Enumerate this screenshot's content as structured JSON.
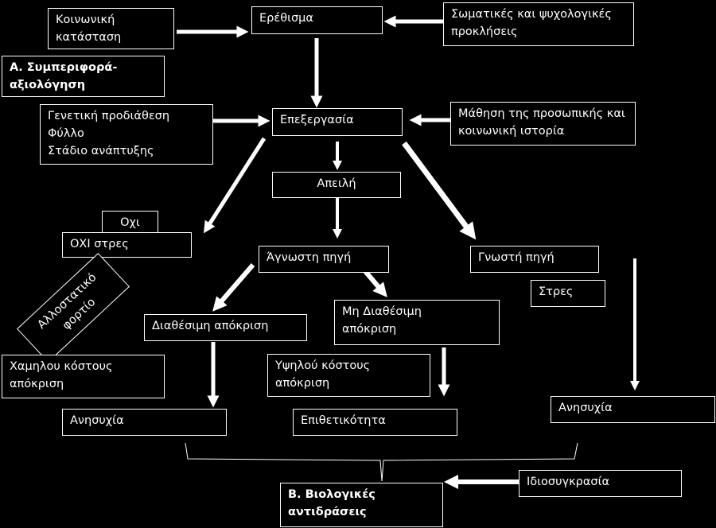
{
  "boxes": {
    "social_status": "Κοινωνική\nκατάσταση",
    "stimulus": "Ερέθισμα",
    "physical_challenges": "Σωματικές και ψυχολογικές\nπροκλήσεις",
    "behavior_assessment": "Α. Συμπεριφορά-\nαξιολόγηση",
    "genetic": "Γενετική προδιάθεση\nΦύλλο\nΣτάδιο ανάπτυξης",
    "processing": "Επεξεργασία",
    "learning": "Μάθηση της προσωπικής και\nκοινωνική ιστορία",
    "threat": "Απειλή",
    "no": "Οχι",
    "no_stress": "ΟΧΙ στρες",
    "unknown_source": "Άγνωστη πηγή",
    "known_source": "Γνωστή πηγή",
    "allostatic_load": "Αλλοστατικό\nφορτίο",
    "stress": "Στρες",
    "available_response": "Διαθέσιμη απόκριση",
    "unavailable_response": "Μη Διαθέσιμη\nαπόκριση",
    "low_cost": "Χαμηλου κόστους\nαπόκριση",
    "high_cost": "Υψηλού κόστους\nαπόκριση",
    "anxiety_left": "Ανησυχία",
    "aggressiveness": "Επιθετικότητα",
    "anxiety_right": "Ανησυχία",
    "temperament": "Ιδιοσυγκρασία",
    "biological_reactions": "Β. Βιολογικές\nαντιδράσεις"
  }
}
